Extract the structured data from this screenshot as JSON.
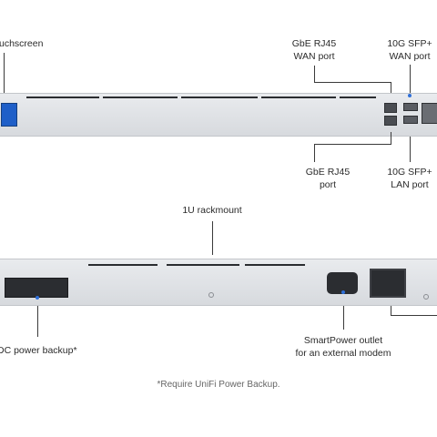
{
  "labels": {
    "touchscreen": "uchscreen",
    "gbe_rj45_wan": [
      "GbE RJ45",
      "WAN port"
    ],
    "sfp_wan": [
      "10G SFP+",
      "WAN port"
    ],
    "gbe_rj45_port": [
      "GbE RJ45",
      "port"
    ],
    "sfp_lan": [
      "10G SFP+",
      "LAN port"
    ],
    "rackmount": "1U rackmount",
    "dc_power": "DC power backup*",
    "smartpower": [
      "SmartPower outlet",
      "for an external modem"
    ]
  },
  "footnote": "*Require UniFi Power Backup.",
  "colors": {
    "accent": "#2f6fd8",
    "chassis": "#dfe1e4",
    "vent": "#2a2c30"
  }
}
